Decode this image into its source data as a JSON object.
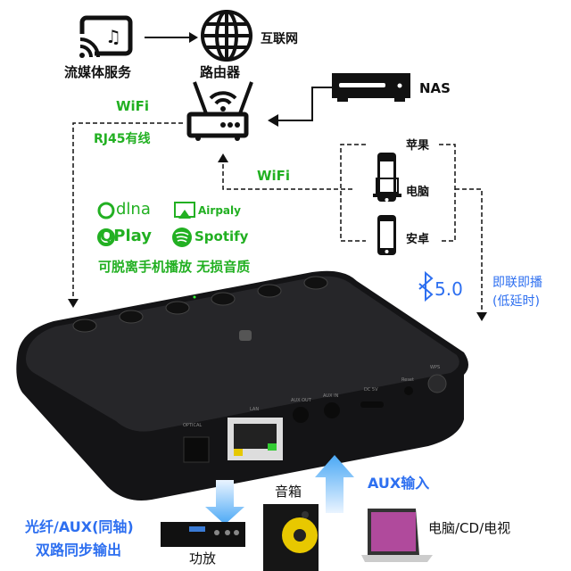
{
  "labels": {
    "streaming": "流媒体服务",
    "internet": "互联网",
    "router": "路由器",
    "nas": "NAS",
    "wifi_left": "WiFi",
    "rj45": "RJ45有线",
    "wifi_center": "WiFi",
    "iphone": "苹果",
    "computer": "电脑",
    "android": "安卓",
    "bluetooth": "5.0",
    "instant1": "即联即播",
    "instant2": "(低延时)",
    "dlna": "dlna",
    "airplay": "Airpaly",
    "qplay": "QPlay",
    "spotify": "Spotify",
    "slogan": "可脱离手机播放 无损音质",
    "output1": "光纤/AUX(同轴)",
    "output2": "双路同步输出",
    "amp": "功放",
    "speaker": "音箱",
    "aux_in": "AUX输入",
    "sources": "电脑/CD/电视"
  },
  "ports": [
    "OPTICAL",
    "LAN",
    "AUX OUT",
    "AUX IN",
    "DC 5V",
    "Reset",
    "WPS"
  ],
  "colors": {
    "green": "#22b022",
    "blue": "#2d6ff0",
    "device": "#1c1c1e"
  }
}
